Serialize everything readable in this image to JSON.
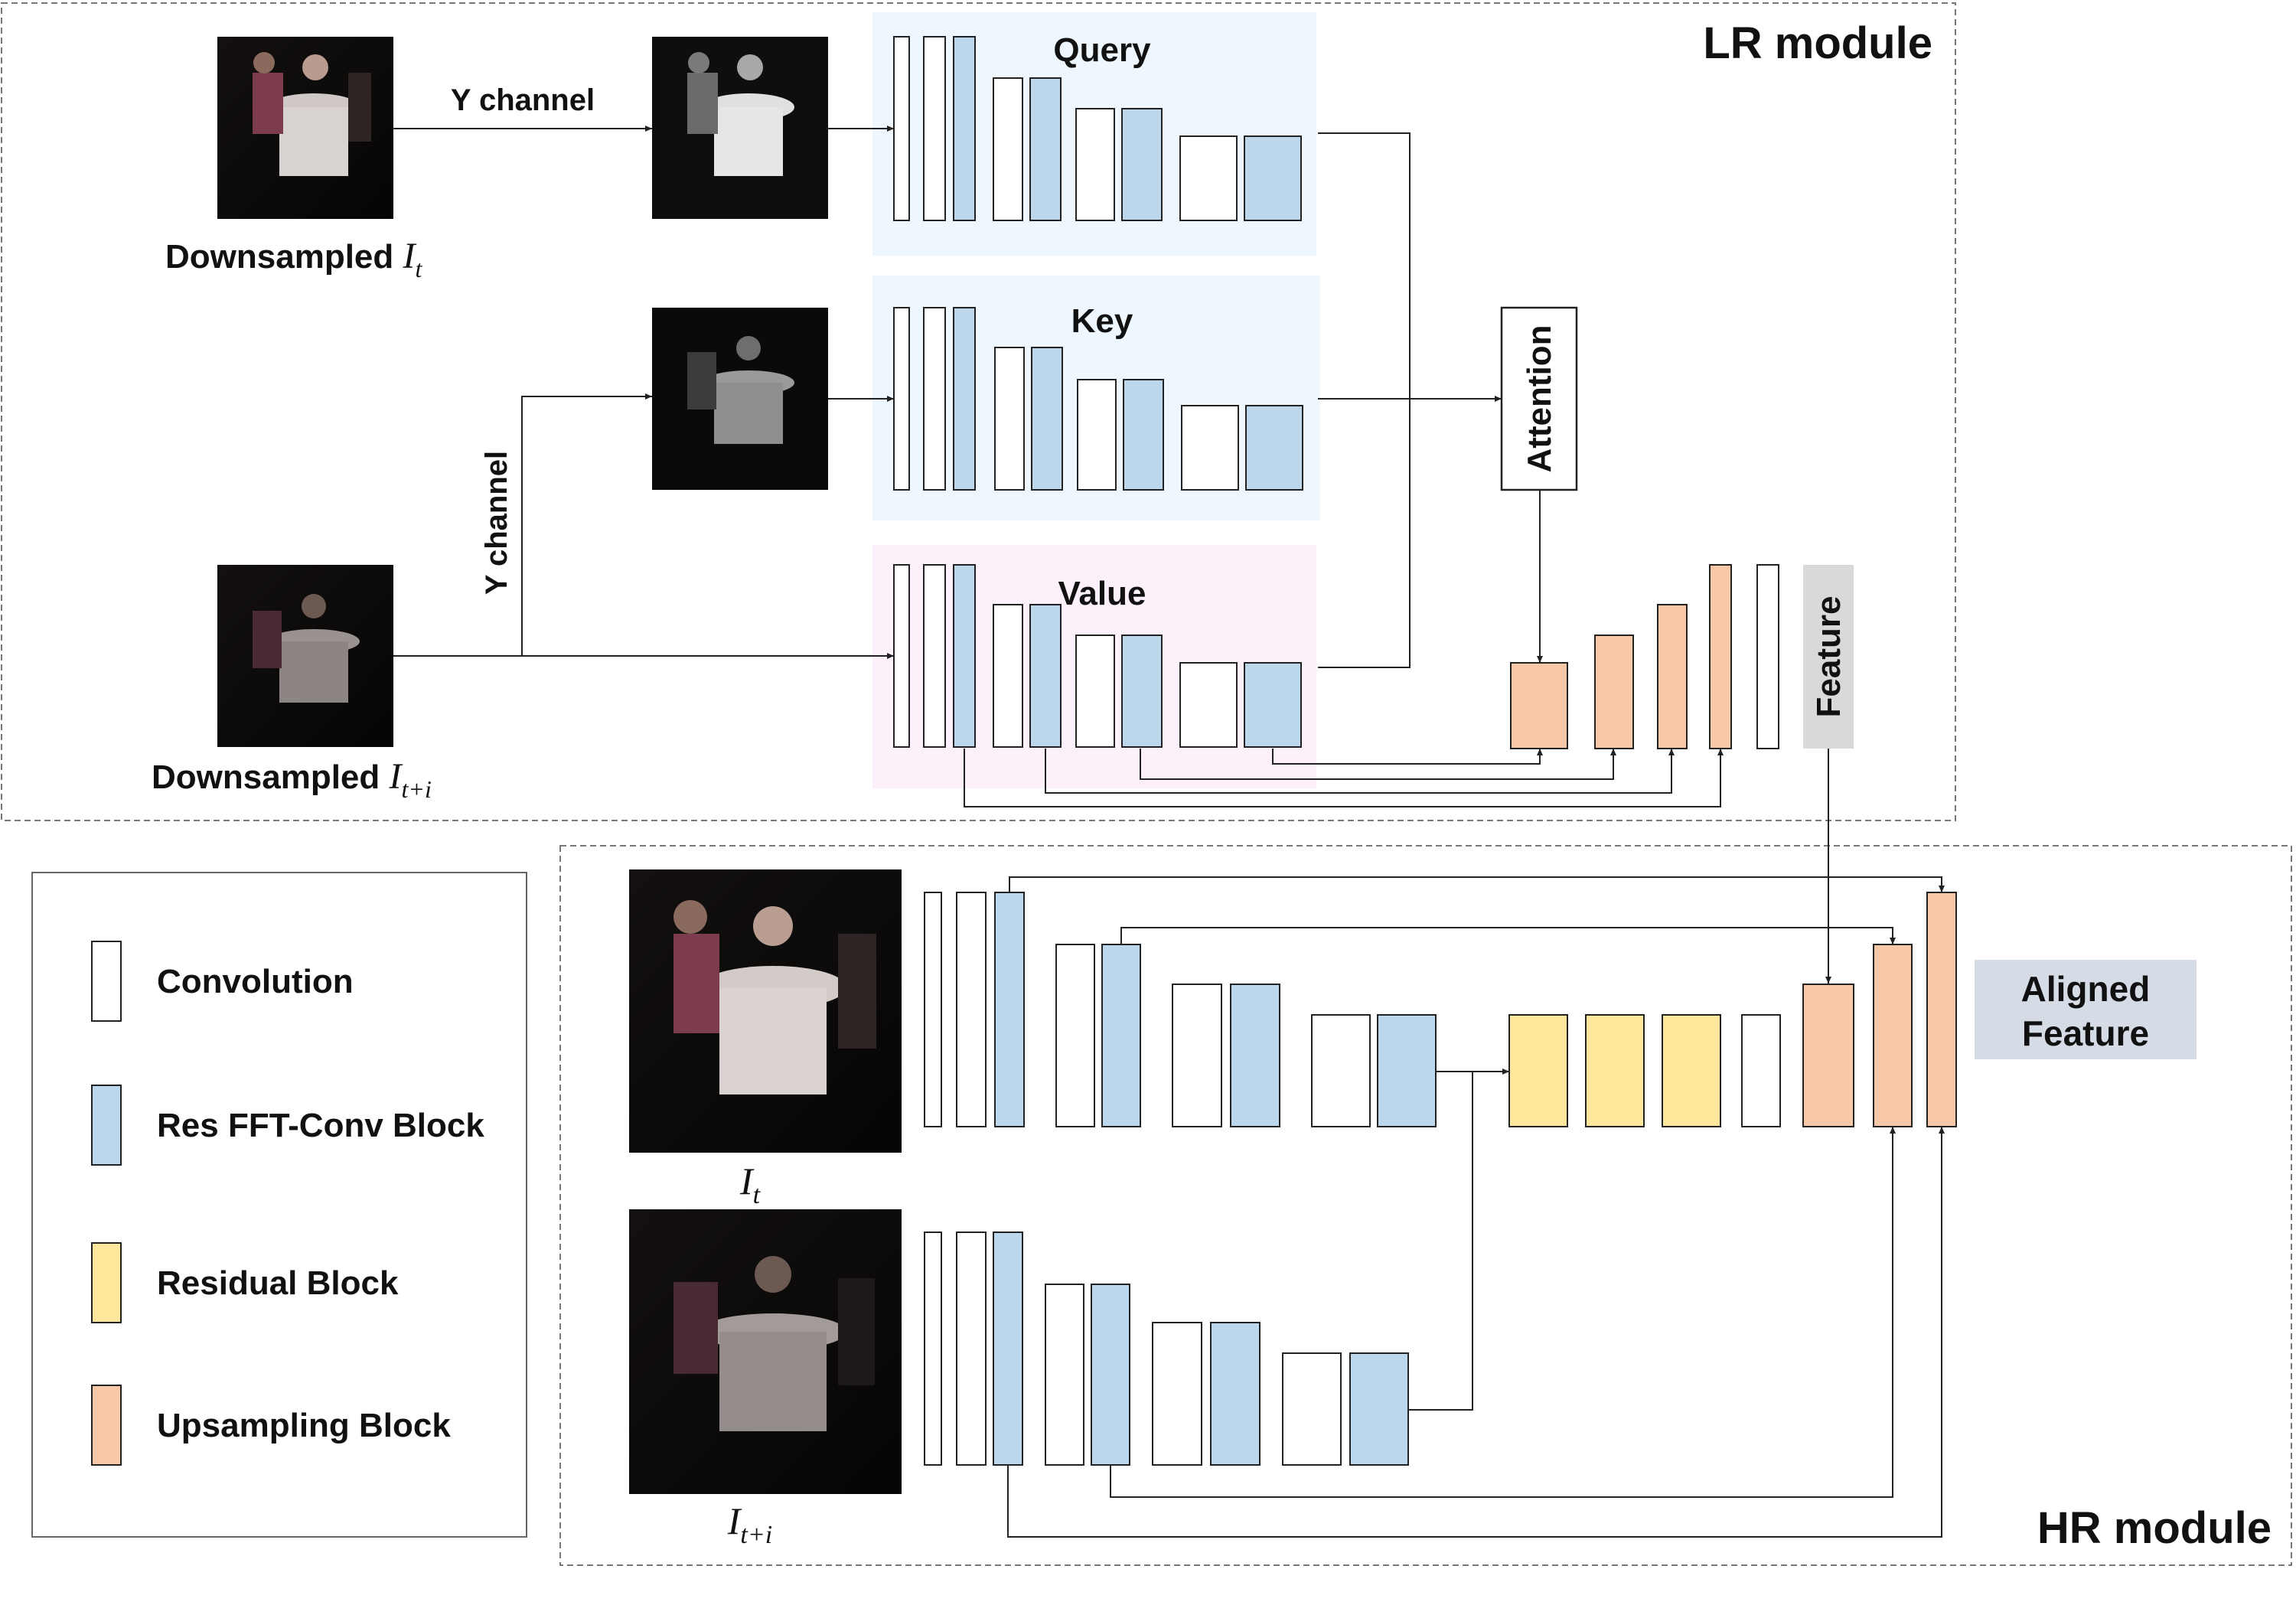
{
  "lr_module": {
    "title": "LR module",
    "frame_t_label": "Downsampled ",
    "frame_t_math": "I",
    "frame_t_sub": "t",
    "frame_ti_label": "Downsampled ",
    "frame_ti_math": "I",
    "frame_ti_sub": "t+i",
    "y_channel_top": "Y channel",
    "y_channel_side": "Y channel",
    "query": "Query",
    "key": "Key",
    "value": "Value",
    "attention": "Attention",
    "feature": "Feature"
  },
  "hr_module": {
    "title": "HR module",
    "frame_t_math": "I",
    "frame_t_sub": "t",
    "frame_ti_math": "I",
    "frame_ti_sub": "t+i",
    "aligned_feature_line1": "Aligned",
    "aligned_feature_line2": "Feature"
  },
  "legend": {
    "items": [
      {
        "label": "Convolution",
        "color": "#ffffff"
      },
      {
        "label": "Res FFT-Conv Block",
        "color": "#bcd6ec"
      },
      {
        "label": "Residual Block",
        "color": "#fde79a"
      },
      {
        "label": "Upsampling Block",
        "color": "#f7c8a7"
      }
    ]
  },
  "colors": {
    "query_text": "#1f6fb5",
    "key_text": "#d0177a",
    "value_text": "#6b1a6e",
    "query_bg": "#eef7fd",
    "key_bg": "#eef7fd",
    "value_bg": "#fcf0fb",
    "feature_bg": "#d9d9d9",
    "aligned_bg": "#d6dce6"
  }
}
